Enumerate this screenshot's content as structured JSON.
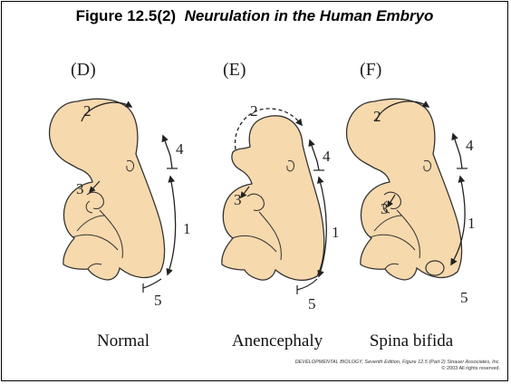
{
  "title": {
    "prefix": "Figure 12.5(2)",
    "italic": "Neurulation in the Human Embryo"
  },
  "panels": [
    {
      "letter": "(D)",
      "caption": "Normal"
    },
    {
      "letter": "(E)",
      "caption": "Anencephaly"
    },
    {
      "letter": "(F)",
      "caption": "Spina bifida"
    }
  ],
  "region_numbers": [
    "1",
    "2",
    "3",
    "4",
    "5"
  ],
  "credit": {
    "line1": "DEVELOPMENTAL BIOLOGY, Seventh Edition, Figure 12.5 (Part 2)  Sinauer Associates, Inc.",
    "line2": "© 2003 All rights reserved."
  },
  "colors": {
    "skin": "#f6d9ad",
    "outline": "#333333",
    "text": "#222222"
  },
  "icons": [
    "embryo-normal-icon",
    "embryo-anencephaly-icon",
    "embryo-spina-bifida-icon"
  ]
}
